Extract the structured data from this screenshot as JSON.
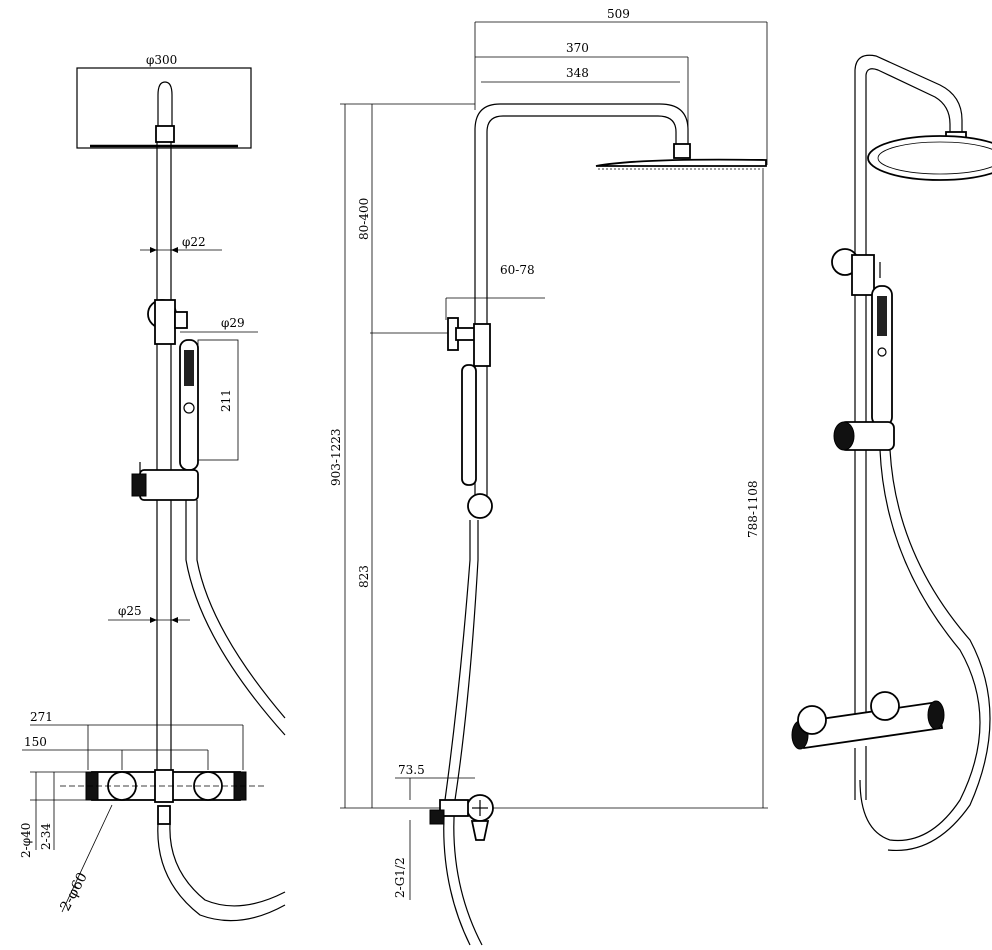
{
  "dimensions": {
    "head_diameter": "φ300",
    "pipe_diameter": "φ22",
    "handset_diameter": "φ29",
    "handset_length": "211",
    "riser_diameter": "φ25",
    "mixer_width": "271",
    "inlet_centers": "150",
    "flange_diameter": "2-φ40",
    "inlet_spacing": "2-34",
    "escutcheon_diameter": "2-φ60",
    "total_reach": "509",
    "arm_reach_max": "370",
    "arm_reach_min": "348",
    "bracket_offset": "60-78",
    "upper_height": "80-400",
    "overall_height": "903-1223",
    "lower_height": "823",
    "head_height": "788-1108",
    "inlet_offset": "73.5",
    "inlet_thread": "2-G1/2"
  }
}
